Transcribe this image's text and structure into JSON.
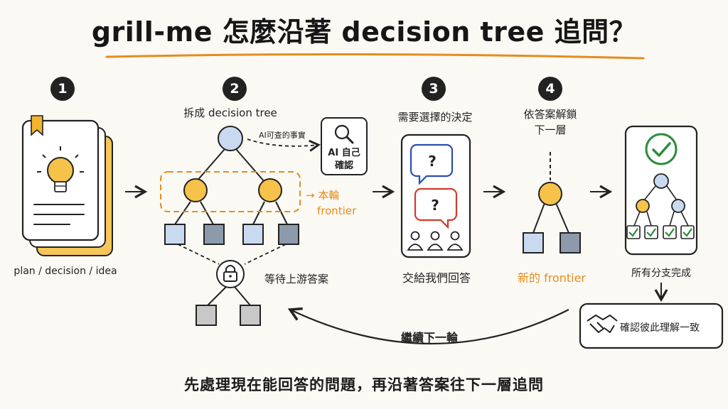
{
  "title": "grill-me 怎麼沿著 decision tree 追問？",
  "steps": [
    {
      "number": "1",
      "caption": "plan / decision / idea"
    },
    {
      "number": "2",
      "caption": "拆成 decision tree"
    },
    {
      "number": "3",
      "caption": "需要選擇的決定",
      "sub": "交給我們回答"
    },
    {
      "number": "4",
      "caption_line1": "依答案解鎖",
      "caption_line2": "下一層",
      "sub": "新的 frontier"
    }
  ],
  "tree": {
    "fact_label": "AI可查的事實",
    "ai_box_line1": "AI 自己",
    "ai_box_line2": "確認",
    "frontier_line1": "→ 本輪",
    "frontier_line2": "frontier",
    "wait_label": "等待上游答案"
  },
  "final": {
    "caption": "所有分支完成",
    "consensus": "確認彼此理解一致"
  },
  "loop_label": "繼續下一輪",
  "bottom_text": "先處理現在能回答的問題，再沿著答案往下一層追問",
  "colors": {
    "accent": "#e58c1e",
    "node_blue": "#c9daf0",
    "node_yellow": "#f7c24a",
    "card_yellow": "#f5c65a",
    "check_green": "#2e8b3d",
    "question_blue": "#2a4fb0",
    "question_red": "#d33b2c"
  }
}
